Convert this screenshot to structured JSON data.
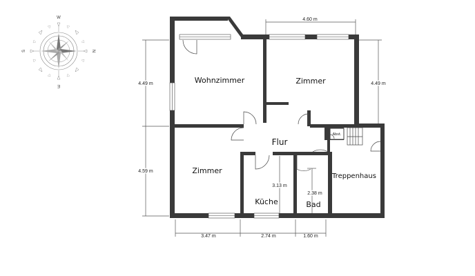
{
  "rooms": {
    "wohnzimmer": "Wohnzimmer",
    "zimmer_ne": "Zimmer",
    "zimmer_sw": "Zimmer",
    "flur": "Flur",
    "abst": "Abst.",
    "treppenhaus": "Treppenhaus",
    "kueche": "Küche",
    "bad": "Bad"
  },
  "dimensions": {
    "top_width": "4.60 m",
    "left_upper": "4.49 m",
    "left_lower": "4.59 m",
    "right_upper": "4.49 m",
    "bottom_1": "3.47 m",
    "bottom_2": "2.74 m",
    "bottom_3": "1.60 m",
    "kueche_height": "3.13 m",
    "bad_height": "2.38 m"
  },
  "compass": {
    "north": "N",
    "south": "S",
    "east": "E",
    "west": "W"
  },
  "colors": {
    "wall": "#3a3a3a",
    "line": "#555555"
  }
}
